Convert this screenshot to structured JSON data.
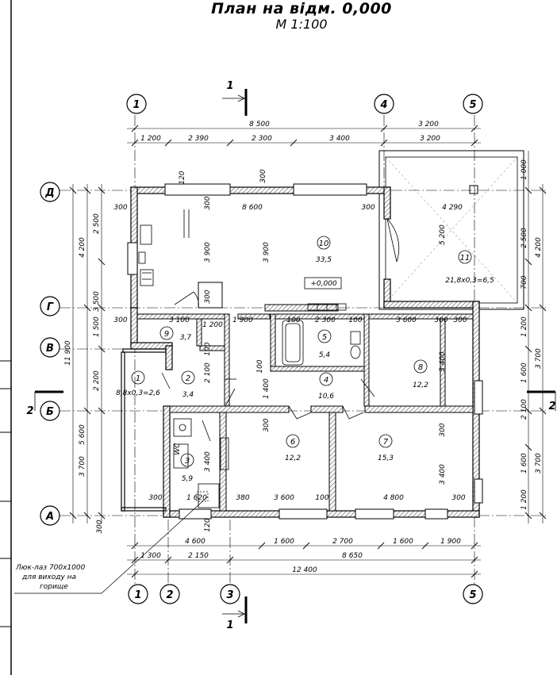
{
  "title": {
    "line1": "План на відм. 0,000",
    "line2": "М 1:100"
  },
  "axes": {
    "top": [
      "1",
      "4",
      "5"
    ],
    "bottom": [
      "1",
      "2",
      "3",
      "5"
    ],
    "left": [
      "Д",
      "Г",
      "В",
      "Б",
      "А"
    ],
    "right_section": "2",
    "left_section": "2"
  },
  "section_marks": {
    "top": "1",
    "bottom": "1"
  },
  "dims_top_row1": [
    "8 500",
    "3 200"
  ],
  "dims_top_row2": [
    "1 200",
    "2 390",
    "2 300",
    "3 400",
    "3 200"
  ],
  "dims_bottom_row1": [
    "4 600",
    "1 600",
    "2 700",
    "1 600",
    "1 900"
  ],
  "dims_bottom_row2": [
    "1 300",
    "2 150",
    "8 650"
  ],
  "dims_bottom_row3": [
    "12 400"
  ],
  "dims_left_outer": [
    "11 900"
  ],
  "dims_left_mid": [
    "4 200",
    "3 500",
    "1 500",
    "2 200",
    "5 600",
    "3 700"
  ],
  "dims_left_inner": [
    "2 500",
    "300"
  ],
  "dims_right_outer": [
    "4 200",
    "3 700",
    "3 700"
  ],
  "dims_right_inner": [
    "1 000",
    "2 500",
    "700",
    "1 200",
    "1 600",
    "2 100",
    "1 600",
    "1 200"
  ],
  "interior_dims": [
    "300",
    "8 600",
    "300",
    "4 290",
    "300",
    "3 900",
    "3 900",
    "5 200",
    "300",
    "3 100",
    "1 200",
    "1 900",
    "100",
    "2 300",
    "100",
    "3 600",
    "300",
    "300",
    "2 100",
    "1 400",
    "3 400",
    "100",
    "100",
    "300",
    "3 400",
    "300",
    "3 400",
    "300",
    "1 620",
    "380",
    "3 600",
    "100",
    "4 800",
    "300",
    "120",
    "120",
    "300",
    "300"
  ],
  "rooms": [
    {
      "num": "1",
      "area": "8,8х0,3=2,6"
    },
    {
      "num": "2",
      "area": "3,4"
    },
    {
      "num": "3",
      "area": "5,9"
    },
    {
      "num": "4",
      "area": "10,6"
    },
    {
      "num": "5",
      "area": "5,4"
    },
    {
      "num": "6",
      "area": "12,2"
    },
    {
      "num": "7",
      "area": "15,3"
    },
    {
      "num": "8",
      "area": "12,2"
    },
    {
      "num": "9",
      "area": "3,7"
    },
    {
      "num": "10",
      "area": "33,5"
    },
    {
      "num": "11",
      "area": "21,8х0,3=6,5"
    }
  ],
  "level_mark": "+0,000",
  "hatch_note": {
    "line1": "Люк-лаз 700х1000",
    "line2": "для виходу на",
    "line3": "горище"
  },
  "wc_label": "WC",
  "colors": {
    "line": "#000000",
    "background": "#ffffff",
    "wall_fill": "#9a9a9a"
  }
}
